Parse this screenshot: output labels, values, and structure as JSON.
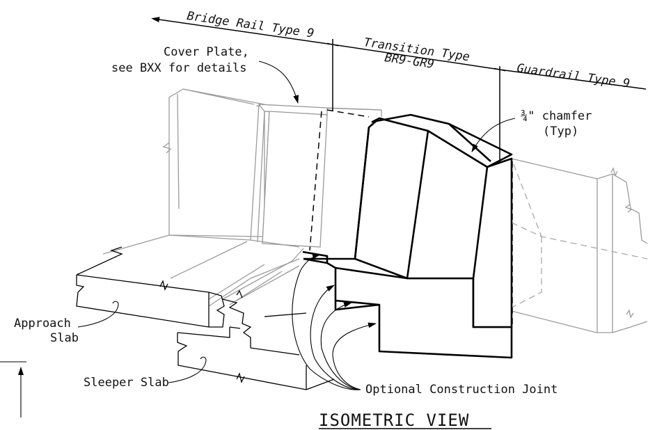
{
  "dimension_labels": {
    "bridge_rail": "Bridge Rail Type 9",
    "transition_line1": "Transition Type",
    "transition_line2": "BR9-GR9",
    "guardrail": "Guardrail Type 9"
  },
  "callouts": {
    "cover_plate_line1": "Cover Plate,",
    "cover_plate_line2": "see BXX for details",
    "chamfer_line1": "¾\" chamfer",
    "chamfer_line2": "(Typ)",
    "approach_line1": "Approach",
    "approach_line2": "Slab",
    "sleeper": "Sleeper Slab",
    "construction_joint": "Optional Construction Joint"
  },
  "view_title": "ISOMETRIC VIEW",
  "colors": {
    "line": "#000000",
    "hidden_context": "#9a9a9a",
    "background": "#ffffff"
  }
}
